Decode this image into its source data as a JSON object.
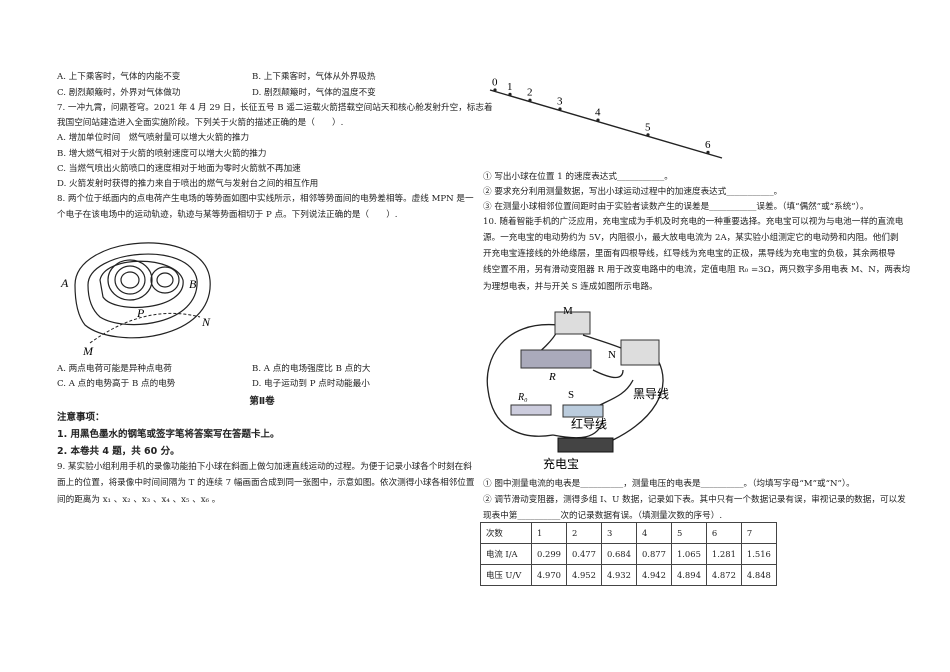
{
  "left": {
    "q6_options": {
      "A": "A. 上下乘客时，气体的内能不变",
      "B": "B. 上下乘客时，气体从外界吸热",
      "C": "C. 剧烈颠簸时，外界对气体做功",
      "D": "D. 剧烈颠簸时，气体的温度不变"
    },
    "q7": {
      "line1": "7. 一冲九霄，问鼎苍穹。2021 年 4 月 29 日，长征五号 B 遥二运载火箭搭载空间站天和核心舱发射升空，标志着",
      "line2": "我国空间站建造进入全面实施阶段。下列关于火箭的描述正确的是（　　）.",
      "A": "A. 增加单位时间　燃气喷射量可以增大火箭的推力",
      "B": "B. 增大燃气相对于火箭的喷射速度可以增大火箭的推力",
      "C": "C. 当燃气喷出火箭喷口的速度相对于地面为零时火箭就不再加速",
      "D": "D. 火箭发射时获得的推力来自于喷出的燃气与发射台之间的相互作用"
    },
    "q8": {
      "line1": "8. 两个位于纸面内的点电荷产生电场的等势面如图中实线所示，相邻等势面间的电势差相等。虚线 MPN 是一",
      "line2": "个电子在该电场中的运动轨迹，轨迹与某等势面相切于 P 点。下列说法正确的是（　　）.",
      "fig_labels": {
        "A": "A",
        "B": "B",
        "P": "P",
        "N": "N",
        "M": "M"
      },
      "A": "A. 两点电荷可能是异种点电荷",
      "B": "B. A 点的电场强度比 B 点的大",
      "C": "C. A 点的电势高于 B 点的电势",
      "D": "D. 电子运动到 P 点时动能最小"
    },
    "section_title": "第Ⅱ卷",
    "notes": {
      "title": "注意事项：",
      "n1": "1. 用黑色墨水的钢笔或签字笔将答案写在答题卡上。",
      "n2": "2. 本卷共 4 题，共 60 分。"
    },
    "q9": {
      "line1": "9. 某实验小组利用手机的录像功能拍下小球在斜面上做匀加速直线运动的过程。为便于记录小球各个时刻在斜",
      "line2": "面上的位置，将录像中时间间隔为 T 的连续 7 幅画面合成到同一张图中，示意如图。依次测得小球各相邻位置",
      "line3": "间的距离为 x₁ 、x₂ 、x₃ 、x₄ 、x₅ 、x₆ 。"
    }
  },
  "right": {
    "incline_labels": [
      "0",
      "1",
      "2",
      "3",
      "4",
      "5",
      "6"
    ],
    "q9_parts": {
      "p1": "① 写出小球在位置 1 的速度表达式___________。",
      "p2": "② 要求充分利用测量数据，写出小球运动过程中的加速度表达式___________。",
      "p3": "③ 在测量小球相邻位置间距时由于实验者读数产生的误差是___________误差。（填“偶然”或“系统”）。"
    },
    "q10": {
      "line1": "10. 随着智能手机的广泛应用，充电宝成为手机及时充电的一种重要选择。充电宝可以视为与电池一样的直流电",
      "line2": "源。一充电宝的电动势约为 5V，内阻很小，最大放电电流为 2A，某实验小组测定它的电动势和内阻。他们剥",
      "line3": "开充电宝连接线的外绝缘层，里面有四根导线，红导线为充电宝的正极，黑导线为充电宝的负极，其余两根导",
      "line4": "线空置不用，另有滑动变阻器 R 用于改变电路中的电流，定值电阻 R₀ =3Ω，两只数字多用电表 M、N，两表均",
      "line5": "为理想电表，并与开关 S 连成如图所示电路。"
    },
    "circuit_labels": {
      "M": "M",
      "N": "N",
      "R": "R",
      "R0": "R₀",
      "S": "S",
      "black": "黑导线",
      "red": "红导线",
      "bank": "充电宝"
    },
    "q10_parts": {
      "p1": "① 图中测量电流的电表是__________，测量电压的电表是__________。（均填写字母“M”或“N”）。",
      "p2a": "② 调节滑动变阻器，测得多组 I、U 数据，记录如下表。其中只有一个数据记录有误，审视记录的数据，可以发",
      "p2b": "现表中第__________次的记录数据有误。（填测量次数的序号）."
    },
    "table": {
      "headers": [
        "次数",
        "1",
        "2",
        "3",
        "4",
        "5",
        "6",
        "7"
      ],
      "rows": [
        [
          "电流 I/A",
          "0.299",
          "0.477",
          "0.684",
          "0.877",
          "1.065",
          "1.281",
          "1.516"
        ],
        [
          "电压 U/V",
          "4.970",
          "4.952",
          "4.932",
          "4.942",
          "4.894",
          "4.872",
          "4.848"
        ]
      ]
    }
  }
}
